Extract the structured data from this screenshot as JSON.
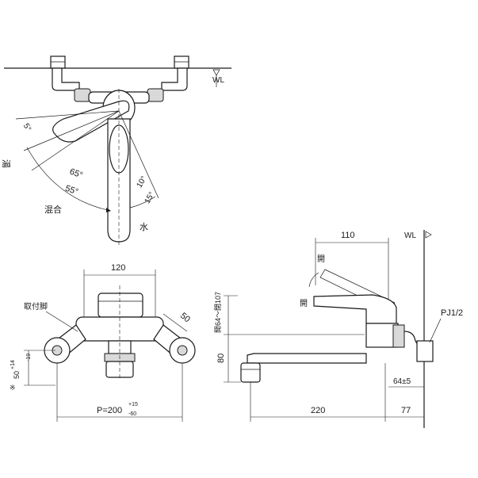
{
  "top_view": {
    "wl": "WL",
    "angle_5": "5°",
    "angle_65": "65°",
    "angle_55": "55°",
    "angle_10": "10°",
    "angle_15": "15°",
    "label_hot": "湯",
    "label_mix": "混合",
    "label_cold": "水"
  },
  "front_view": {
    "dim_120": "120",
    "dim_50": "50",
    "label_mount": "取付脚",
    "dim_vert_main": "50",
    "dim_vert_tol_upper": "+14",
    "dim_vert_tol_lower": "-19",
    "dim_vert_star": "※",
    "dim_pitch_main": "P=200",
    "dim_pitch_tol_upper": "+15",
    "dim_pitch_tol_lower": "-60"
  },
  "side_view": {
    "wl": "WL",
    "dim_110": "110",
    "label_open1": "開",
    "label_open2": "開",
    "dim_side_vertical": "開64～閉107",
    "dim_80": "80",
    "dim_220": "220",
    "dim_77": "77",
    "dim_64": "64±5",
    "label_pj": "PJ1/2"
  }
}
